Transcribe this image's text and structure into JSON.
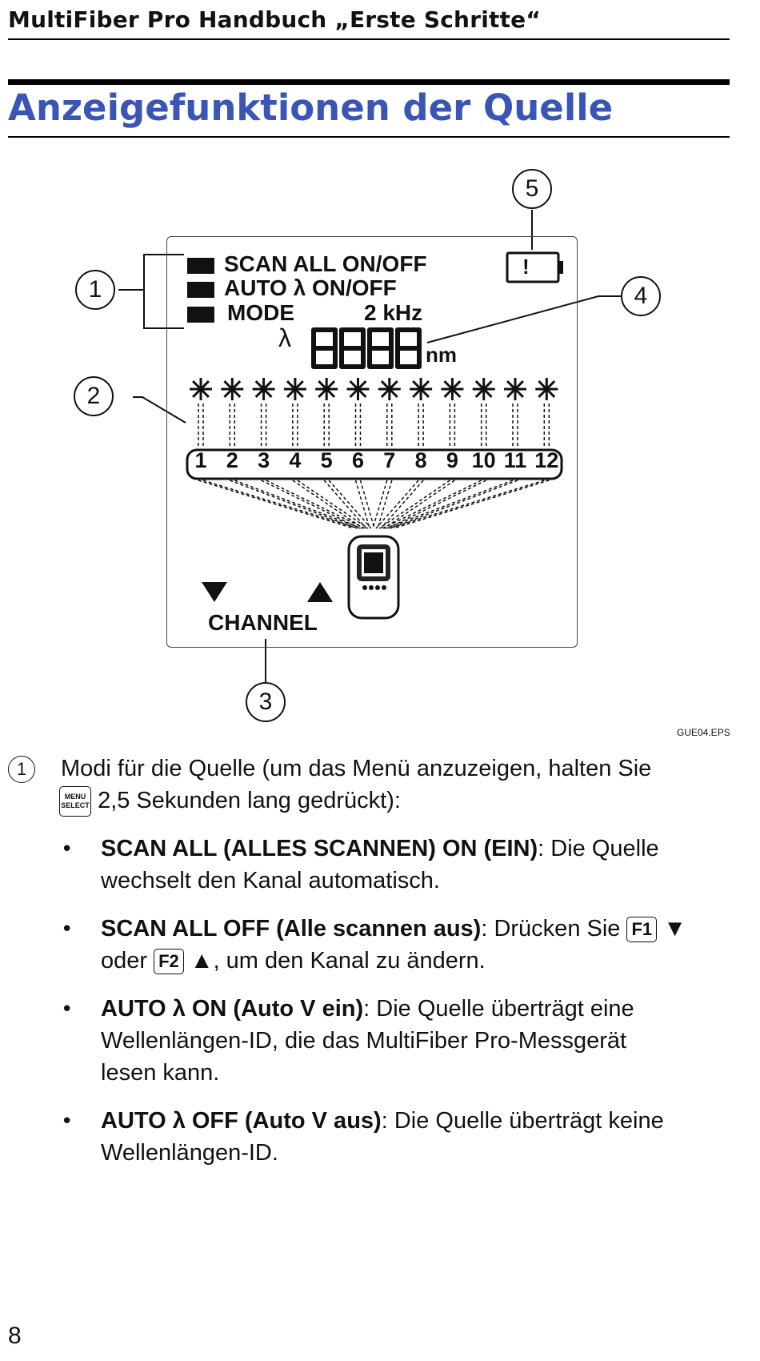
{
  "header": {
    "running_title": "MultiFiber Pro Handbuch „Erste Schritte“"
  },
  "section": {
    "title": "Anzeigefunktionen der Quelle"
  },
  "figure": {
    "lcd": {
      "scan_all": "SCAN ALL ON/OFF",
      "auto_lambda": "AUTO λ ON/OFF",
      "mode": "MODE",
      "freq": "2 kHz",
      "lambda": "λ",
      "digits": "8888",
      "unit": "nm",
      "battery_symbol": "!",
      "channel_label": "CHANNEL",
      "channels": [
        "1",
        "2",
        "3",
        "4",
        "5",
        "6",
        "7",
        "8",
        "9",
        "10",
        "11",
        "12"
      ]
    },
    "callouts": [
      "1",
      "2",
      "3",
      "4",
      "5"
    ],
    "file_id": "GUE04.EPS"
  },
  "body": {
    "item_number": "1",
    "intro_part1": "Modi für die Quelle (um das Menü anzuzeigen, halten Sie",
    "menu_key_top": "MENU",
    "menu_key_bottom": "SELECT",
    "intro_part2": "2,5 Sekunden lang gedrückt):",
    "bullets": [
      {
        "bold": "SCAN ALL (ALLES SCANNEN) ON (EIN)",
        "rest_line1": ": Die Quelle",
        "rest_line2": "wechselt den Kanal automatisch."
      },
      {
        "bold": "SCAN ALL OFF (Alle scannen aus)",
        "rest_a": ": Drücken Sie",
        "key1": "F1",
        "line2_a": "oder",
        "key2": "F2",
        "line2_b": ", um den Kanal zu ändern."
      },
      {
        "bold": "AUTO λ ON (Auto V ein)",
        "rest_line1": ": Die Quelle überträgt eine",
        "rest_line2": "Wellenlängen-ID, die das MultiFiber Pro-Messgerät",
        "rest_line3": "lesen kann."
      },
      {
        "bold": "AUTO λ OFF (Auto V aus)",
        "rest_line1": ": Die Quelle überträgt keine",
        "rest_line2": "Wellenlängen-ID."
      }
    ]
  },
  "footer": {
    "page_number": "8"
  }
}
